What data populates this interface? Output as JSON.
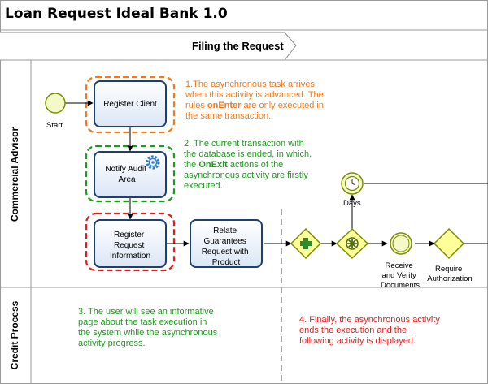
{
  "title": "Loan Request Ideal Bank 1.0",
  "phase": "Filing the Request",
  "lanes": {
    "top": "Commercial Advisor",
    "bottom": "Credit Process"
  },
  "events": {
    "start": "Start",
    "timer": "Days"
  },
  "tasks": {
    "register_client": [
      "Register Client"
    ],
    "notify_audit": [
      "Notify Audit",
      "Area"
    ],
    "register_request": [
      "Register",
      "Request",
      "Information"
    ],
    "relate_guarantees": [
      "Relate",
      "Guarantees",
      "Request with",
      "Product"
    ]
  },
  "labels": {
    "receive_verify": [
      "Receive",
      "and Verify",
      "Documents"
    ],
    "require_auth": [
      "Require",
      "Authorization"
    ]
  },
  "notes": {
    "n1": [
      [
        {
          "t": "1.The asynchronous task arrives"
        }
      ],
      [
        {
          "t": "when this activity is advanced.  The"
        }
      ],
      [
        {
          "t": "rules "
        },
        {
          "t": "onEnter",
          "b": true
        },
        {
          "t": " are only executed in"
        }
      ],
      [
        {
          "t": "the same transaction."
        }
      ]
    ],
    "n2": [
      [
        {
          "t": "2. The current transaction with"
        }
      ],
      [
        {
          "t": "the database is ended, in which,"
        }
      ],
      [
        {
          "t": "the "
        },
        {
          "t": "OnExit",
          "b": true
        },
        {
          "t": " actions of the"
        }
      ],
      [
        {
          "t": "asynchronous activity are firstly"
        }
      ],
      [
        {
          "t": "executed."
        }
      ]
    ],
    "n3": [
      [
        {
          "t": "3. The user will see an informative"
        }
      ],
      [
        {
          "t": "page about the task execution in"
        }
      ],
      [
        {
          "t": "the system while the asynchronous"
        }
      ],
      [
        {
          "t": "activity progress."
        }
      ]
    ],
    "n4": [
      [
        {
          "t": "4. Finally, the asynchronous activity"
        }
      ],
      [
        {
          "t": "ends the execution and the"
        }
      ],
      [
        {
          "t": "following activity is displayed."
        }
      ]
    ]
  },
  "colors": {
    "orange": "#f07b1e",
    "green": "#1f9a1f",
    "red": "#e02020",
    "task_fill": "#eef3fb",
    "task_stroke": "#1f3f6f",
    "gateway_fill": "#ffff99",
    "gateway_stroke": "#7a8f00",
    "event_fill": "#f4f9c8",
    "event_stroke": "#7a8f00"
  },
  "icons": {
    "gear": "gear-icon",
    "timer": "timer-clock-icon",
    "parallel": "parallel-plus-icon",
    "complex": "complex-star-icon"
  }
}
